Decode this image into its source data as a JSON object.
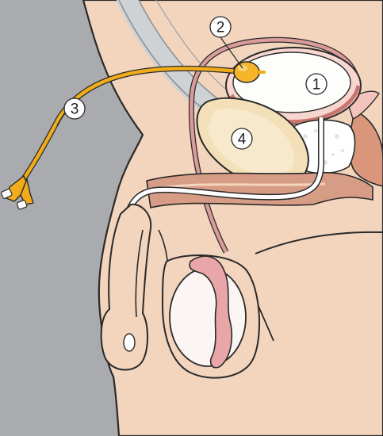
{
  "diagram": {
    "callouts": [
      {
        "id": "bladder",
        "number": "1"
      },
      {
        "id": "balloon",
        "number": "2"
      },
      {
        "id": "catheter",
        "number": "3"
      },
      {
        "id": "pubic-bone",
        "number": "4"
      }
    ]
  },
  "colors": {
    "background_gray": "#a9abae",
    "skin": "#f3d4bd",
    "outline": "#2a2a2a",
    "tube": "#d99c9a",
    "catheter": "#f0ac1b",
    "bladder_wall": "#f7d6cf",
    "bladder_lumen": "#fdfdfb",
    "bladder_mucosa": "#c9766e",
    "bone": "#f4e0b8",
    "testis": "#fbf6f3",
    "epididymis": "#e9a6a8",
    "prostate": "#ffffff"
  }
}
